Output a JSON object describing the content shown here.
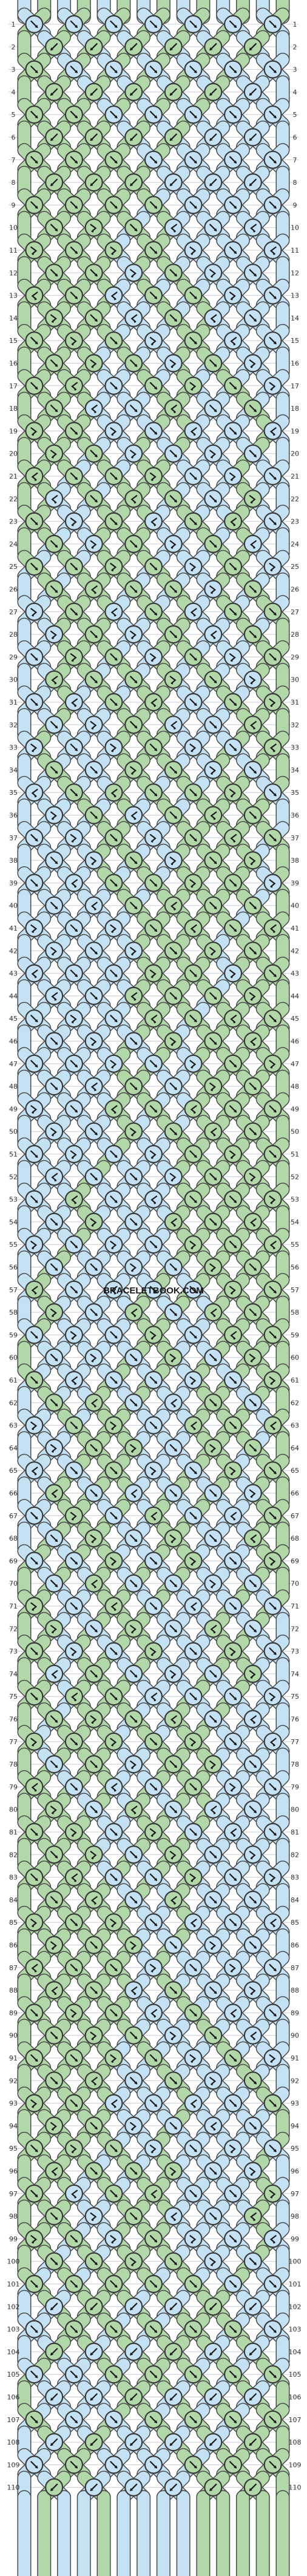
{
  "pattern": {
    "watermark": "BRACELETBOOK.COM",
    "row_count": 110,
    "string_count": 14,
    "colors": {
      "a": "#b2d7a8",
      "b": "#c5e1f4",
      "outline": "#3a3a3a",
      "row_line": "#c9cdd6"
    },
    "string_colors": [
      "b",
      "a",
      "b",
      "a",
      "b",
      "a",
      "b",
      "a",
      "b",
      "a",
      "b",
      "a",
      "b",
      "a"
    ],
    "knot_type_names": {
      "f": "forward-knot-icon",
      "b": "backward-knot-icon",
      "fb": "forward-backward-knot-icon",
      "bf": "backward-forward-knot-icon"
    }
  }
}
